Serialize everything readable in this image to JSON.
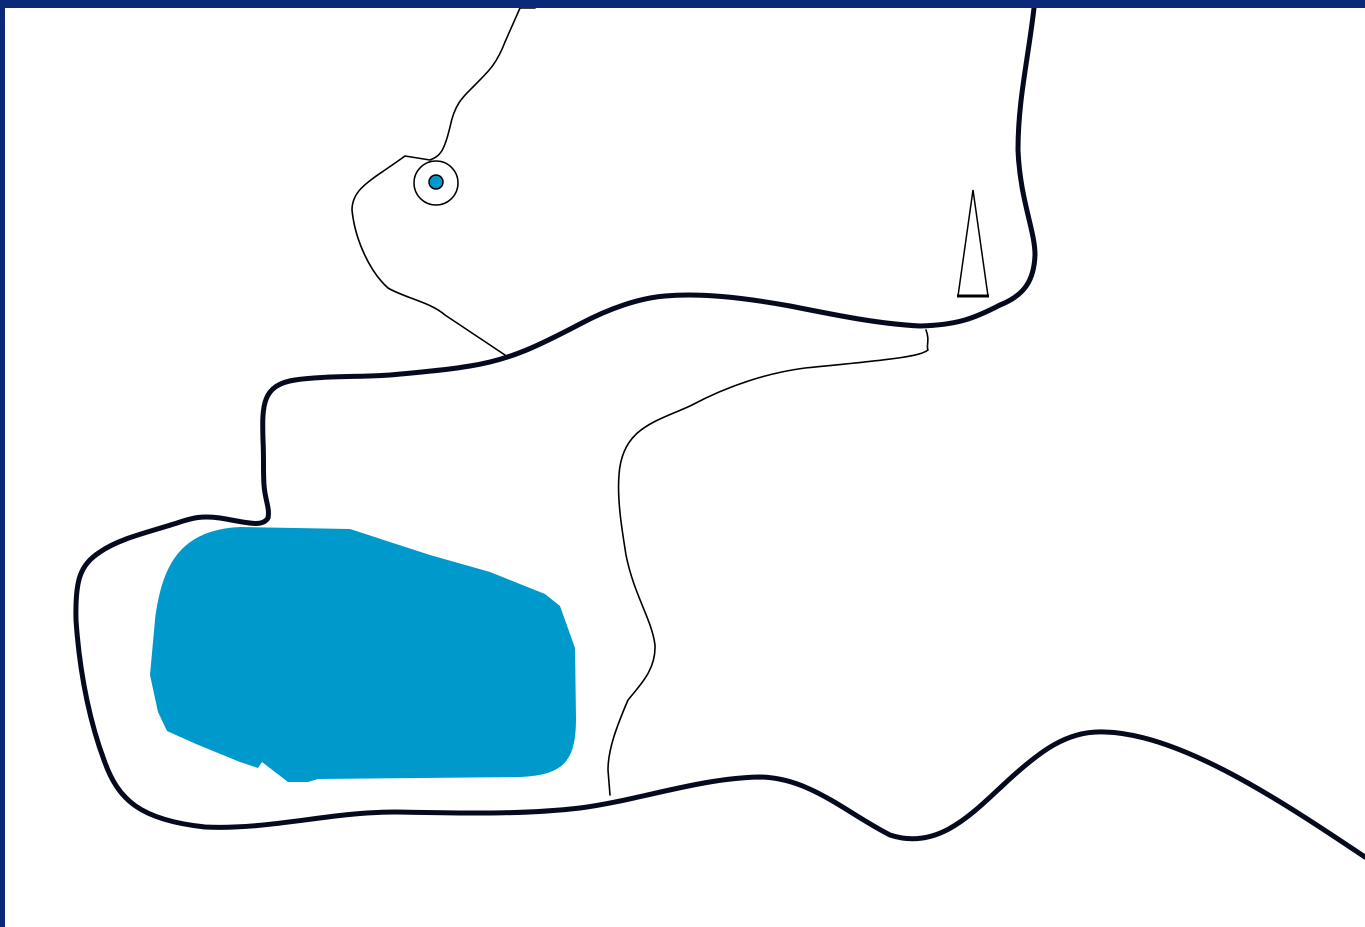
{
  "map": {
    "colors": {
      "frame": "#0a2a78",
      "background": "#ffffff",
      "water": "#0099cc",
      "main_outline": "#050a1e",
      "thin_outline": "#000000",
      "marker_fill": "#0099cc"
    },
    "features": {
      "main_boundary": "thick-outline",
      "secondary_boundary": "thin-outline",
      "water_body": "lake",
      "point_marker": "circle-marker-icon",
      "triangle_marker": "triangle-marker-icon"
    }
  }
}
